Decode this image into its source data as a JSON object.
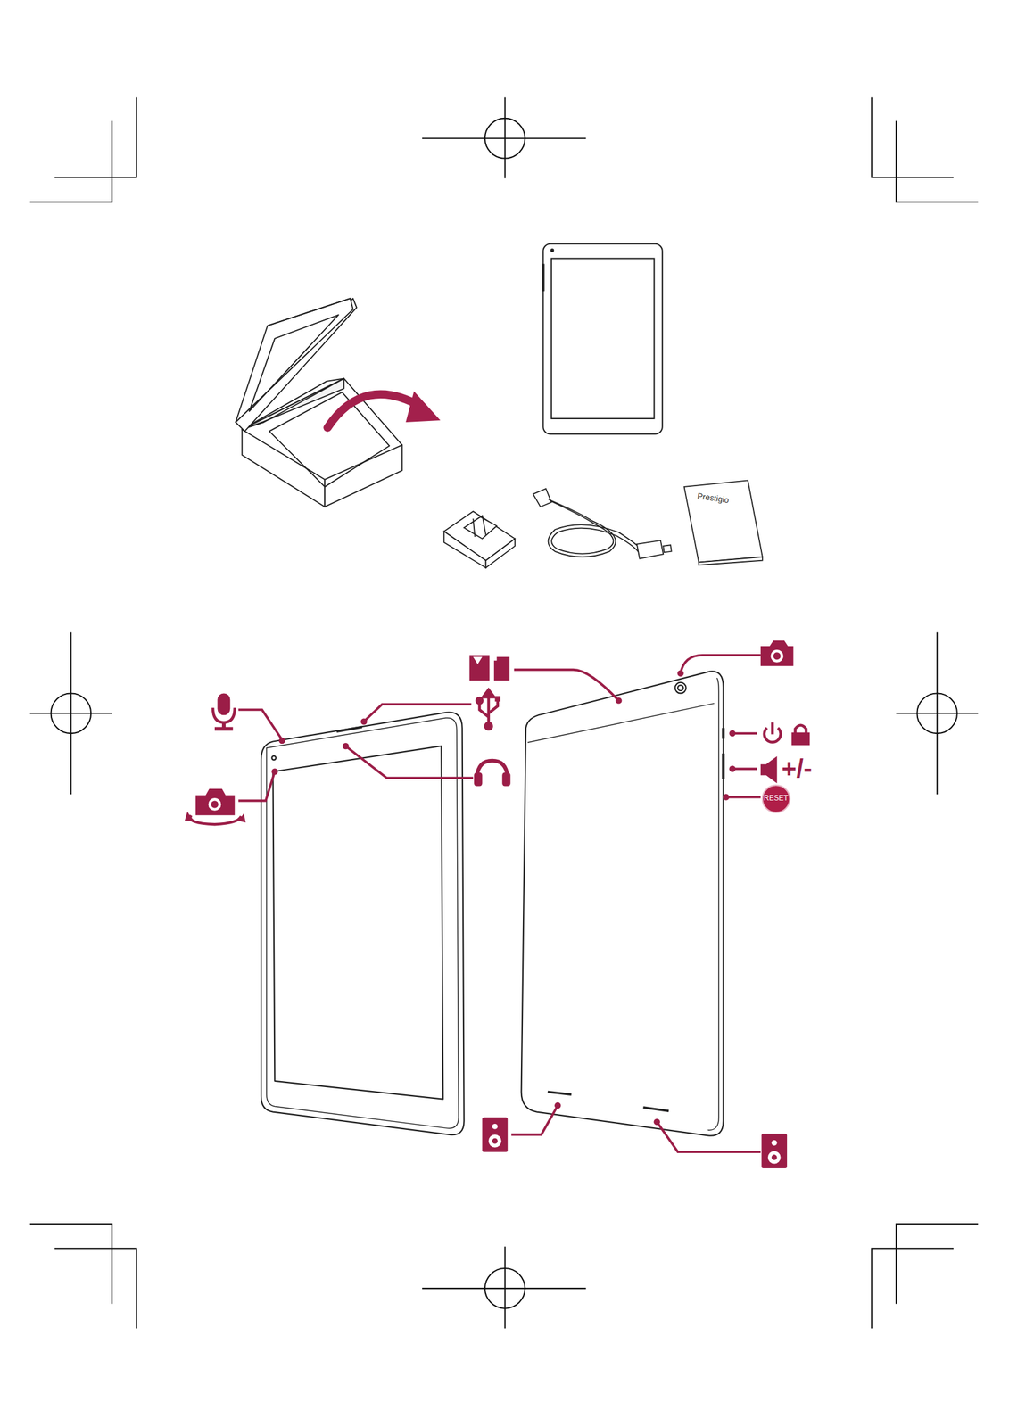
{
  "diagram": {
    "labels": [
      "Prestigio",
      "+/-",
      "RESET"
    ]
  }
}
